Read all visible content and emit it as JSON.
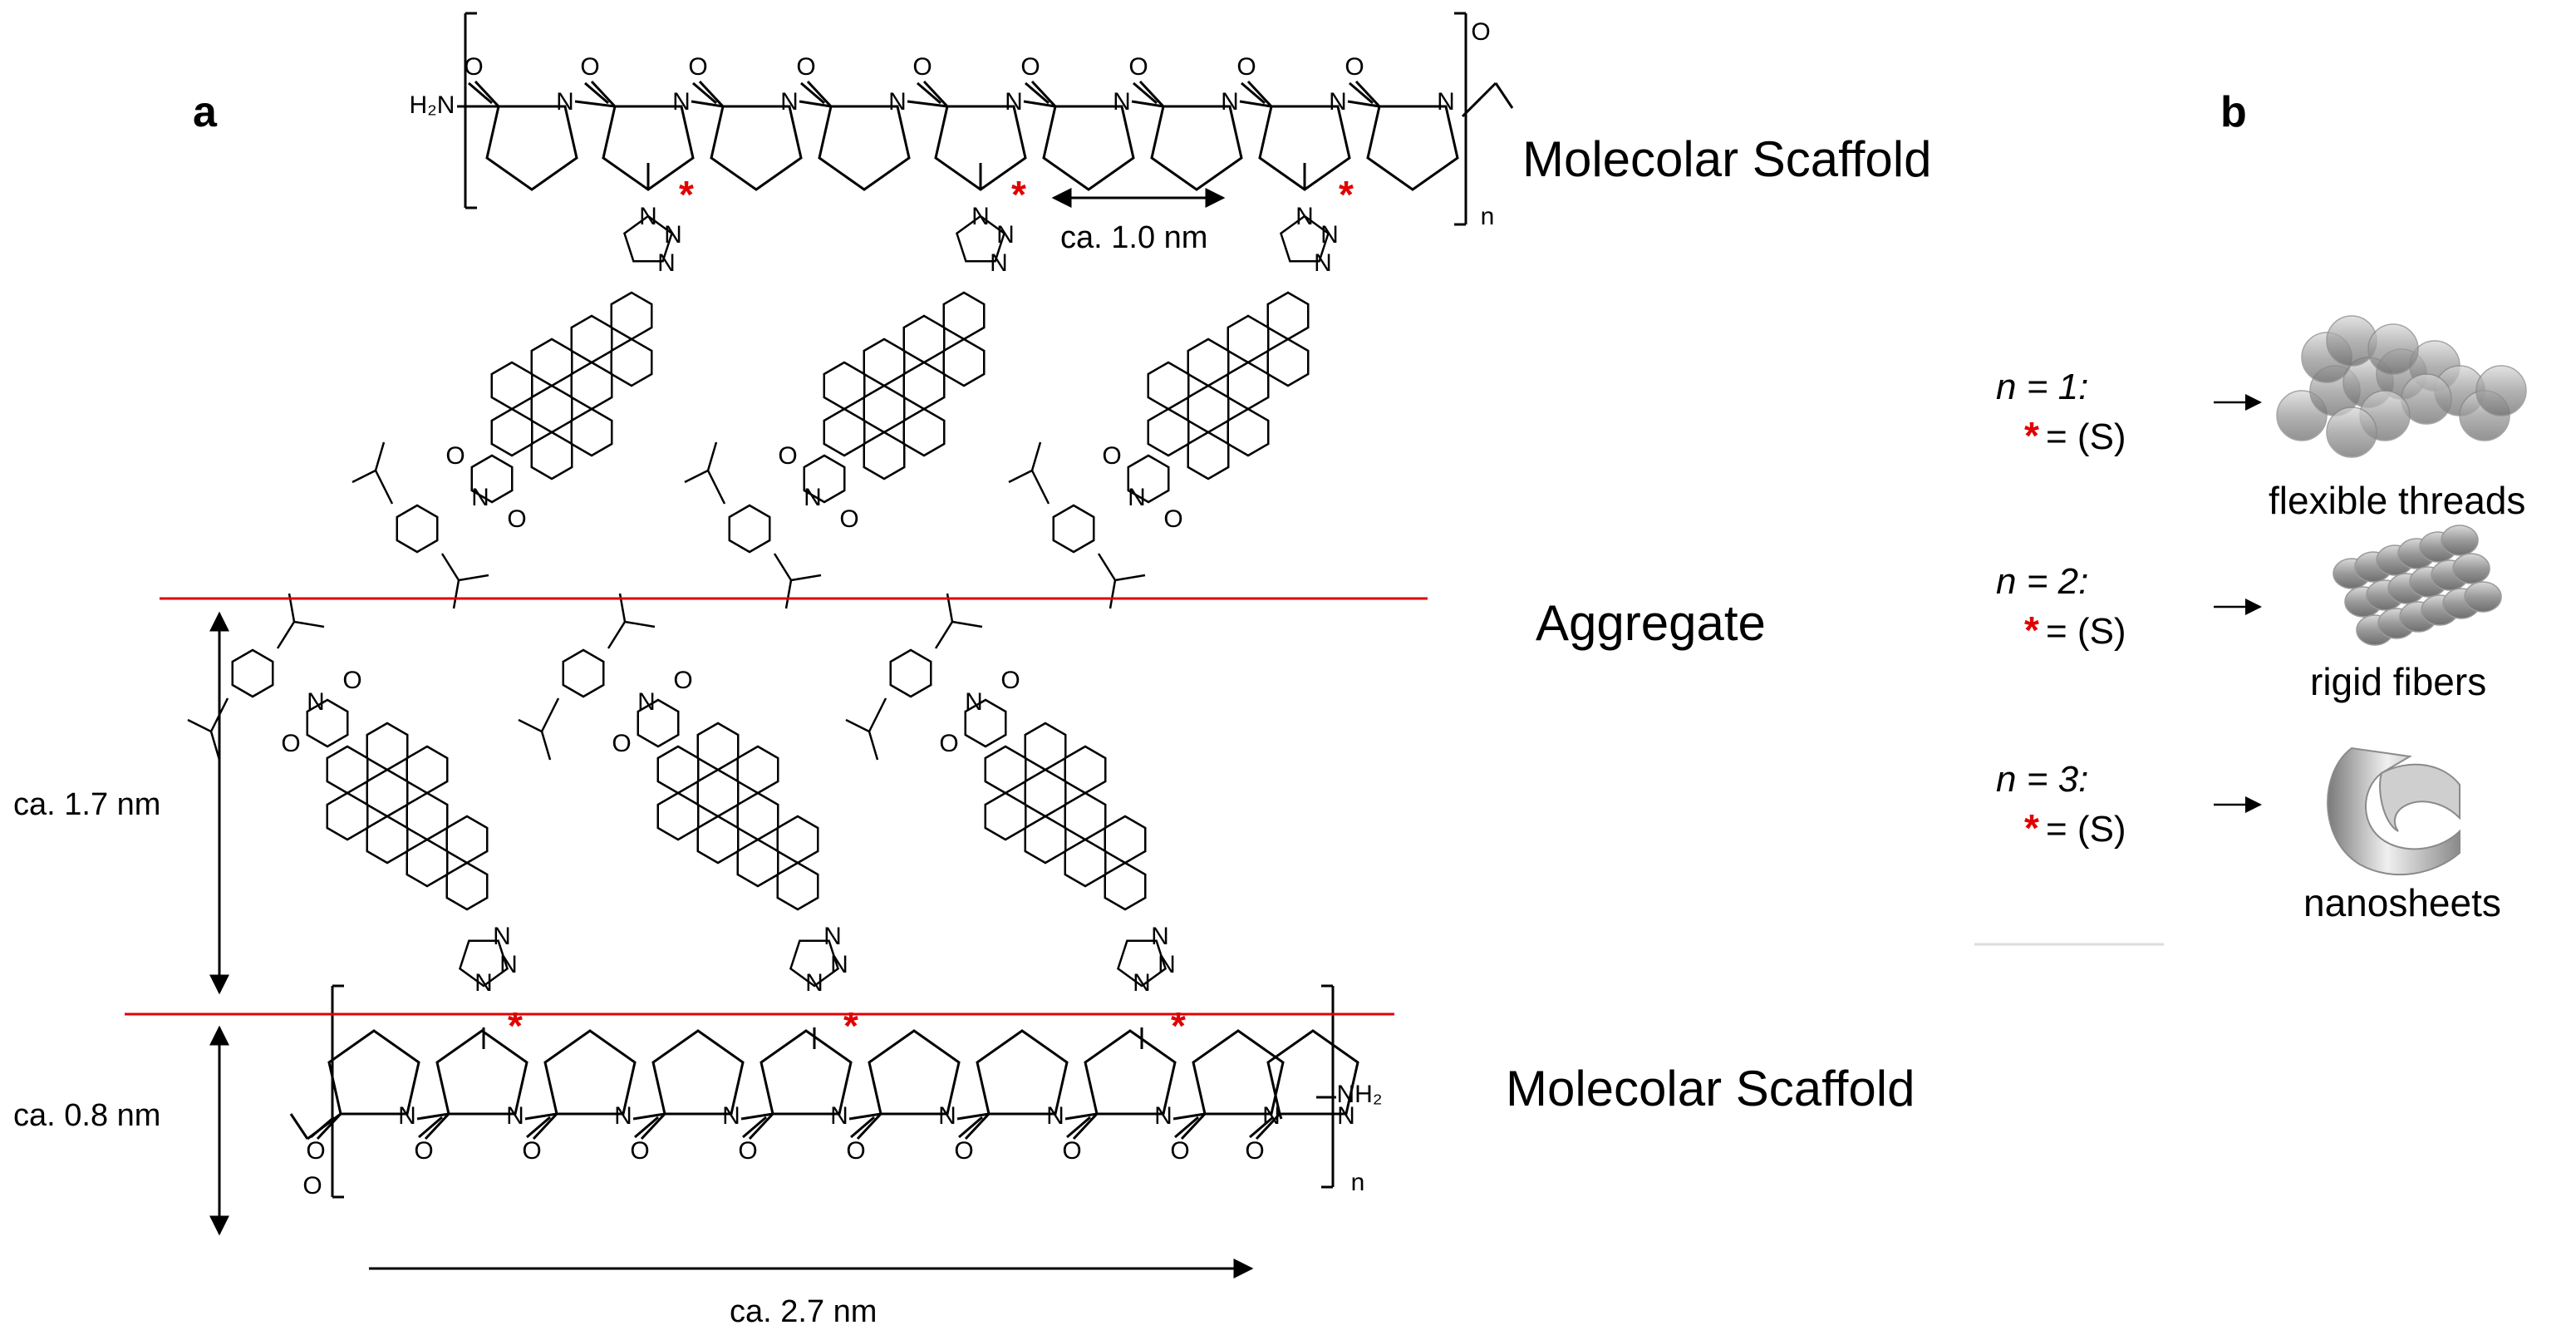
{
  "panel_a": {
    "label": "a",
    "scaffold_top_label": "Molecolar Scaffold",
    "aggregate_label": "Aggregate",
    "scaffold_bottom_label": "Molecolar Scaffold",
    "dim_repeat": "ca. 1.0 nm",
    "dim_stack": "ca. 1.7 nm",
    "dim_scaffold": "ca. 0.8 nm",
    "dim_length": "ca. 2.7 nm",
    "atoms": {
      "amide_terminal": "NH₂",
      "amide_terminal_top": "H₂N",
      "nitrogen": "N",
      "oxygen": "O",
      "repeat_n": "n",
      "stereo_star": "*"
    },
    "colors": {
      "divider": "#e00000",
      "star": "#e00000"
    }
  },
  "panel_b": {
    "label": "b",
    "rows": [
      {
        "n_text": "n = 1:",
        "star_eq": "= (S)",
        "morphology": "flexible threads",
        "shape": "threads"
      },
      {
        "n_text": "n = 2:",
        "star_eq": "= (S)",
        "morphology": "rigid fibers",
        "shape": "fibers"
      },
      {
        "n_text": "n = 3:",
        "star_eq": "= (S)",
        "morphology": "nanosheets",
        "shape": "sheets"
      }
    ]
  }
}
